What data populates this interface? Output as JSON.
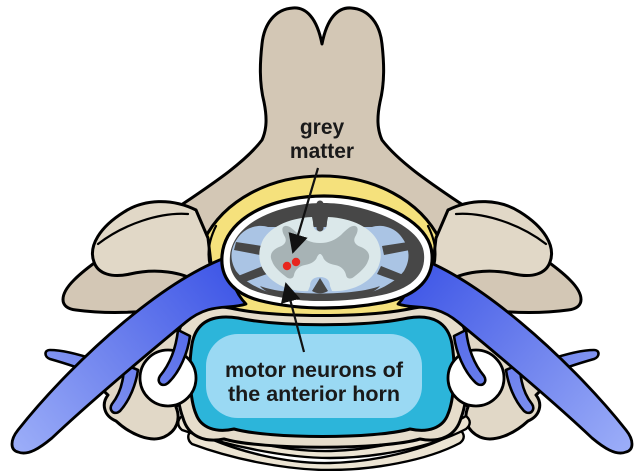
{
  "diagram": {
    "labels": {
      "grey_matter": {
        "line1": "grey",
        "line2": "matter"
      },
      "motor_neurons": {
        "line1": "motor neurons of",
        "line2": "the anterior horn"
      }
    },
    "colors": {
      "background": "#ffffff",
      "outline": "#000000",
      "bone_arch": "#d3c7b5",
      "bone_light": "#e1d8c7",
      "bone_body_rim": "#e6ddcb",
      "bone_band": "#ece4d3",
      "ligament_yellow": "#f5e17c",
      "dura_dark": "#474747",
      "dura_ring_white": "#ffffff",
      "csf_blue": "#aac4e4",
      "white_matter": "#dbe8ea",
      "grey_matter": "#a7b3b5",
      "motor_neuron_red": "#e8251d",
      "nerve_blue_dark": "#3b53e6",
      "nerve_blue_mid": "#7084ee",
      "nerve_blue_light": "#9aacf8",
      "vertebral_body_cyan": "#2cb5da",
      "label_panel_blue": "#9ad9f3",
      "foramen_white": "#ffffff",
      "annotation_text": "#1a1a1a"
    }
  }
}
